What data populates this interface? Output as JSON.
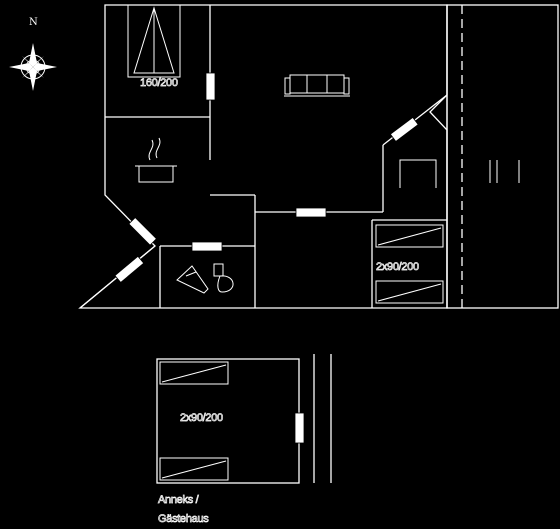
{
  "compass": {
    "north_label": "N"
  },
  "labels": {
    "bed_master": "160/200",
    "bed_twin_main": "2x90/200",
    "bed_twin_annex": "2x90/200",
    "annex_line1": "Anneks /",
    "annex_line2": "Gästehaus"
  },
  "icons": [
    "compass-rose-icon",
    "sofa-icon",
    "stove-icon",
    "toilet-icon",
    "bath-icon",
    "bed-icon"
  ],
  "colors": {
    "background": "#000000",
    "lines": "#ffffff"
  }
}
